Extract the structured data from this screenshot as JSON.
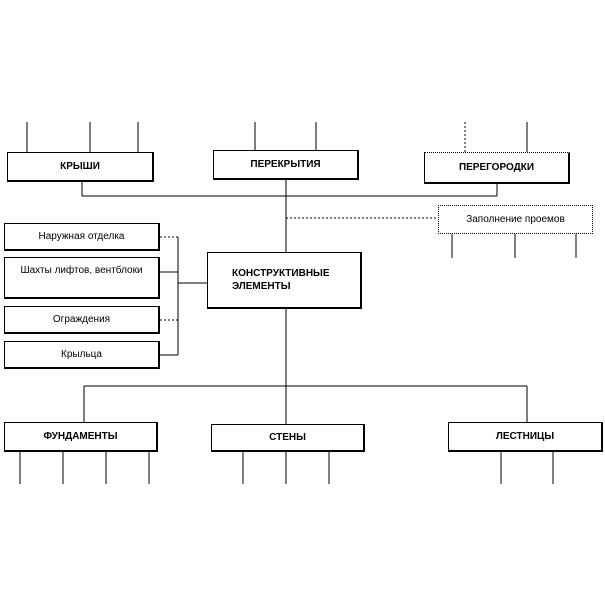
{
  "diagram": {
    "center": "КОНСТРУКТИВНЫЕ ЭЛЕМЕНТЫ",
    "top": [
      "КРЫШИ",
      "ПЕРЕКРЫТИЯ",
      "ПЕРЕГОРОДКИ"
    ],
    "right": "Заполнение проемов",
    "left": [
      "Наружная отделка",
      "Шахты лифтов, вентблоки",
      "Ограждения",
      "Крыльца"
    ],
    "bottom": [
      "ФУНДАМЕНТЫ",
      "СТЕНЫ",
      "ЛЕСТНИЦЫ"
    ]
  }
}
